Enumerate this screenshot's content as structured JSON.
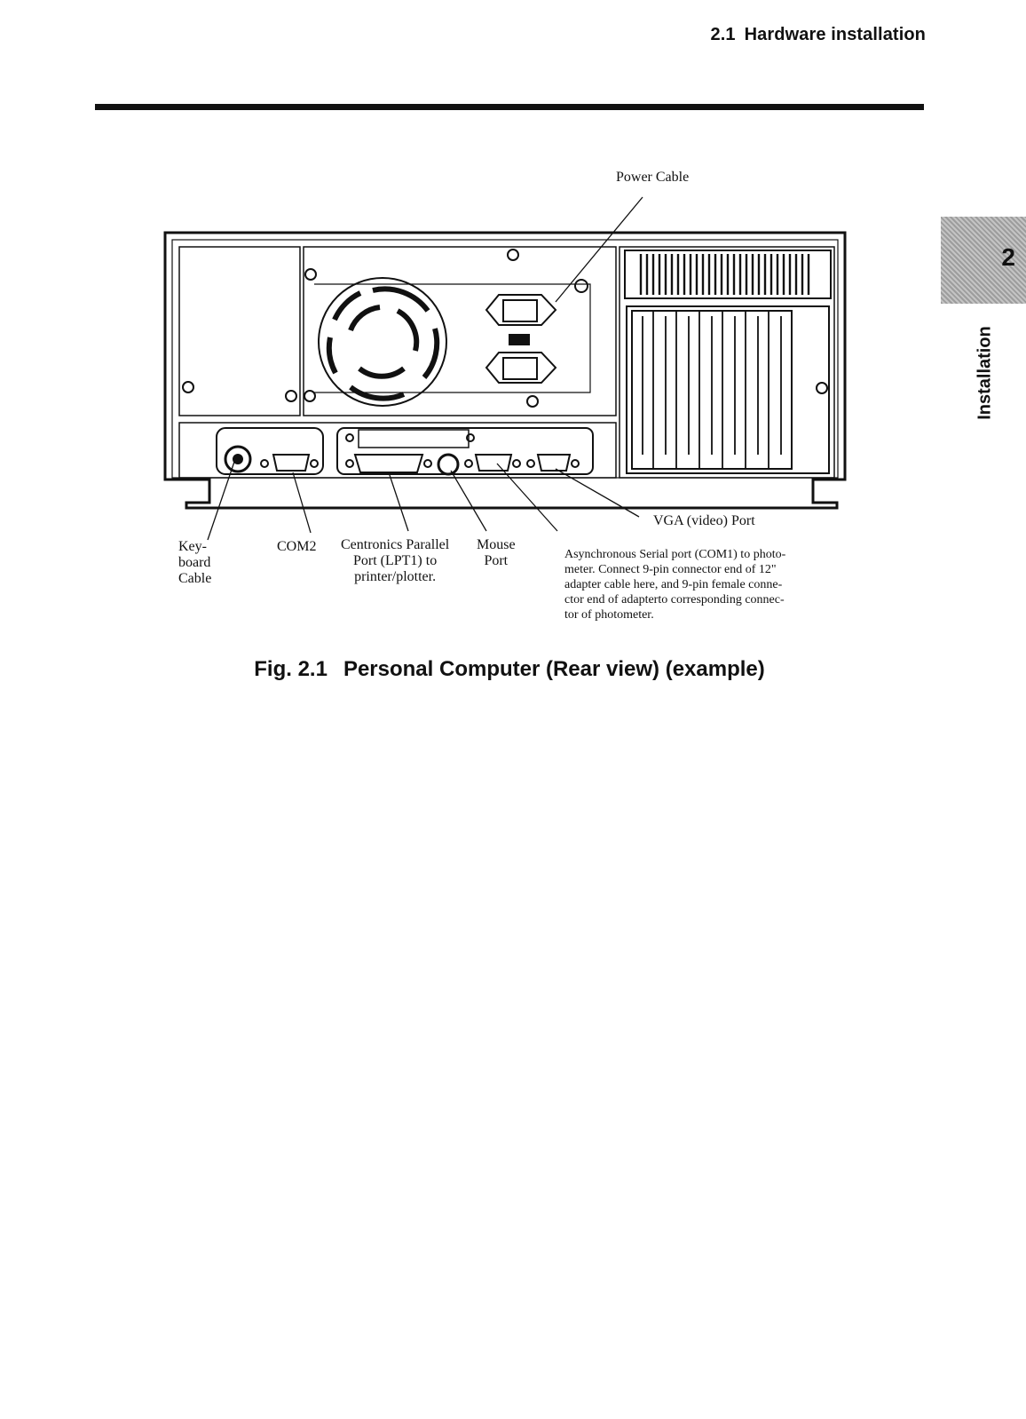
{
  "header": {
    "section_number": "2.1",
    "section_title": "Hardware installation"
  },
  "side_tab": {
    "chapter_number": "2",
    "chapter_label": "Installation"
  },
  "figure": {
    "callouts": {
      "power_cable": "Power Cable",
      "vga_port": "VGA (video) Port",
      "keyboard_cable_lines": [
        "Key-",
        "board",
        "Cable"
      ],
      "com2": "COM2",
      "parallel_port_lines": [
        "Centronics Parallel",
        "Port (LPT1) to",
        "printer/plotter."
      ],
      "mouse_port_lines": [
        "Mouse",
        "Port"
      ],
      "serial_port_lines": [
        "Asynchronous Serial port (COM1) to photo-",
        "meter. Connect 9-pin connector end of 12\"",
        "adapter cable here, and 9-pin female conne-",
        "ctor end of adapterto corresponding connec-",
        "tor of photometer."
      ]
    },
    "caption_number": "Fig. 2.1",
    "caption_text": "Personal Computer (Rear view) (example)"
  }
}
